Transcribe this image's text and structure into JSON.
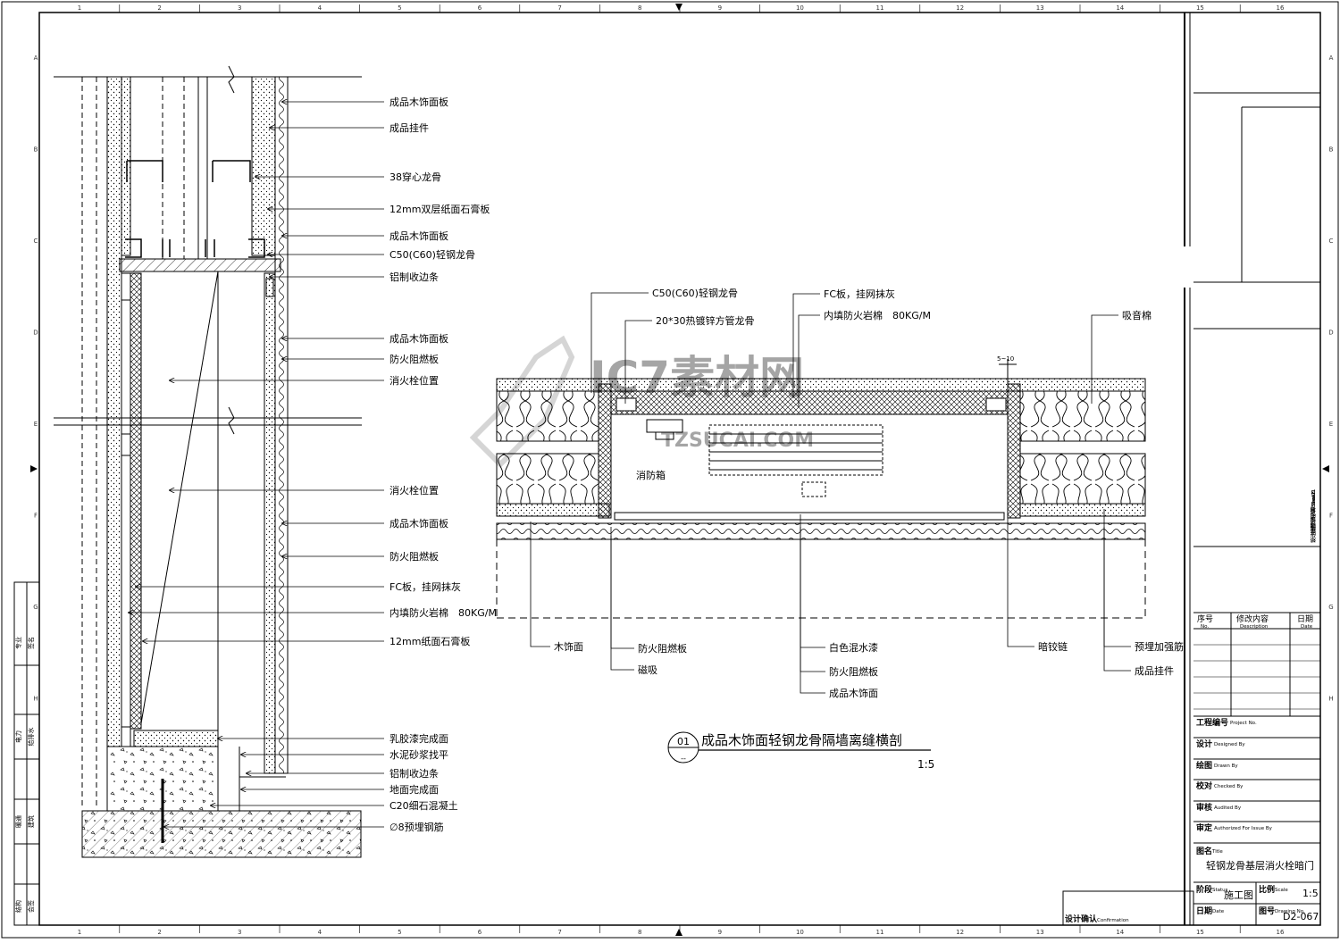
{
  "grid": {
    "columns": [
      "1",
      "2",
      "3",
      "4",
      "5",
      "6",
      "7",
      "8",
      "9",
      "10",
      "11",
      "12",
      "13",
      "14",
      "15",
      "16"
    ],
    "rows": [
      "A",
      "B",
      "C",
      "D",
      "E",
      "F",
      "G",
      "H"
    ]
  },
  "section_left": {
    "labels": [
      "成品木饰面板",
      "成品挂件",
      "38穿心龙骨",
      "12mm双层纸面石膏板",
      "成品木饰面板",
      "C50(C60)轻钢龙骨",
      "铝制收边条",
      "成品木饰面板",
      "防火阻燃板",
      "消火栓位置",
      "消火栓位置",
      "成品木饰面板",
      "防火阻燃板",
      "FC板，挂网抹灰",
      "内填防火岩棉　80KG/M",
      "12mm纸面石膏板",
      "乳胶漆完成面",
      "水泥砂浆找平",
      "铝制收边条",
      "地面完成面",
      "C20细石混凝土",
      "∅8预埋钢筋"
    ]
  },
  "section_plan": {
    "top_labels": [
      "C50(C60)轻钢龙骨",
      "20*30热镀锌方管龙骨",
      "FC板，挂网抹灰",
      "内填防火岩棉　80KG/M",
      "吸音棉"
    ],
    "dimension": "5~10",
    "cabinet_label": "消防箱",
    "bottom_labels": [
      "木饰面",
      "防火阻燃板",
      "磁吸",
      "白色混水漆",
      "防火阻燃板",
      "成品木饰面",
      "暗铰链",
      "预埋加强筋",
      "成品挂件"
    ]
  },
  "drawing_title": {
    "number": "01",
    "sub": "--",
    "text": "成品木饰面轻钢龙骨隔墙离缝横剖",
    "scale": "1:5"
  },
  "watermark": {
    "text": "IC7素材网",
    "sub": "TZSUCAI.COM"
  },
  "left_strip": [
    "专业",
    "签名",
    "电力",
    "给排水",
    "暖通",
    "建筑",
    "结构",
    "会签"
  ],
  "title_block": {
    "seal_1": "注册负责人章 Seal1",
    "seal_2": "设计出图专用章 Seal2",
    "rev_headers": [
      {
        "cn": "序号",
        "en": "No."
      },
      {
        "cn": "修改内容",
        "en": "Description"
      },
      {
        "cn": "日期",
        "en": "Date"
      }
    ],
    "fields": [
      {
        "cn": "工程编号",
        "en": "Project No."
      },
      {
        "cn": "设计",
        "en": "Designed By"
      },
      {
        "cn": "绘图",
        "en": "Drawn By"
      },
      {
        "cn": "校对",
        "en": "Checked By"
      },
      {
        "cn": "审核",
        "en": "Audited By"
      },
      {
        "cn": "审定",
        "en": "Authorized For Issue By"
      }
    ],
    "drawing_name_label": {
      "cn": "图名",
      "en": "Title"
    },
    "drawing_name": "轻钢龙骨基层消火栓暗门",
    "stage_label": {
      "cn": "阶段",
      "en": "Status"
    },
    "stage": "施工图",
    "scale_label": {
      "cn": "比例",
      "en": "Scale"
    },
    "scale": "1:5",
    "date_label": {
      "cn": "日期",
      "en": "Date"
    },
    "number_label": {
      "cn": "图号",
      "en": "Drawing No."
    },
    "number": "D2-067",
    "confirm": {
      "cn": "设计确认",
      "en": "Confirmation"
    }
  }
}
